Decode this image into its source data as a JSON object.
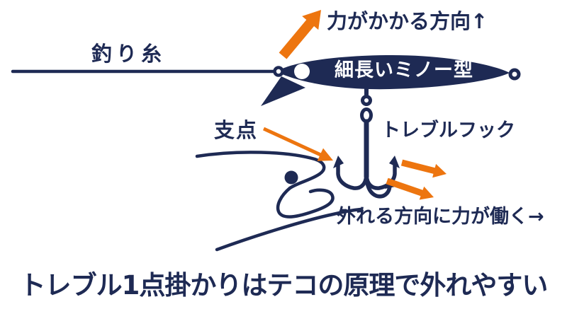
{
  "colors": {
    "navy": "#1e2a54",
    "orange": "#ed750f",
    "background": "#ffffff",
    "lure_label": "#ffffff"
  },
  "labels": {
    "fishing_line": "釣り糸",
    "force_direction": "力がかかる方向↑",
    "lure_type": "細長いミノー型",
    "fulcrum": "支点",
    "treble_hook": "トレブルフック",
    "detach_direction": "外れる方向に力が働く→"
  },
  "caption": "トレブル1点掛かりはテコの原理で外れやすい",
  "icons": {
    "force_arrow": "thick-arrow-up-right",
    "fulcrum_arrow": "thin-arrow-down-right",
    "detach_arrow_1": "arrow-right",
    "detach_arrow_2": "arrow-down-right"
  }
}
